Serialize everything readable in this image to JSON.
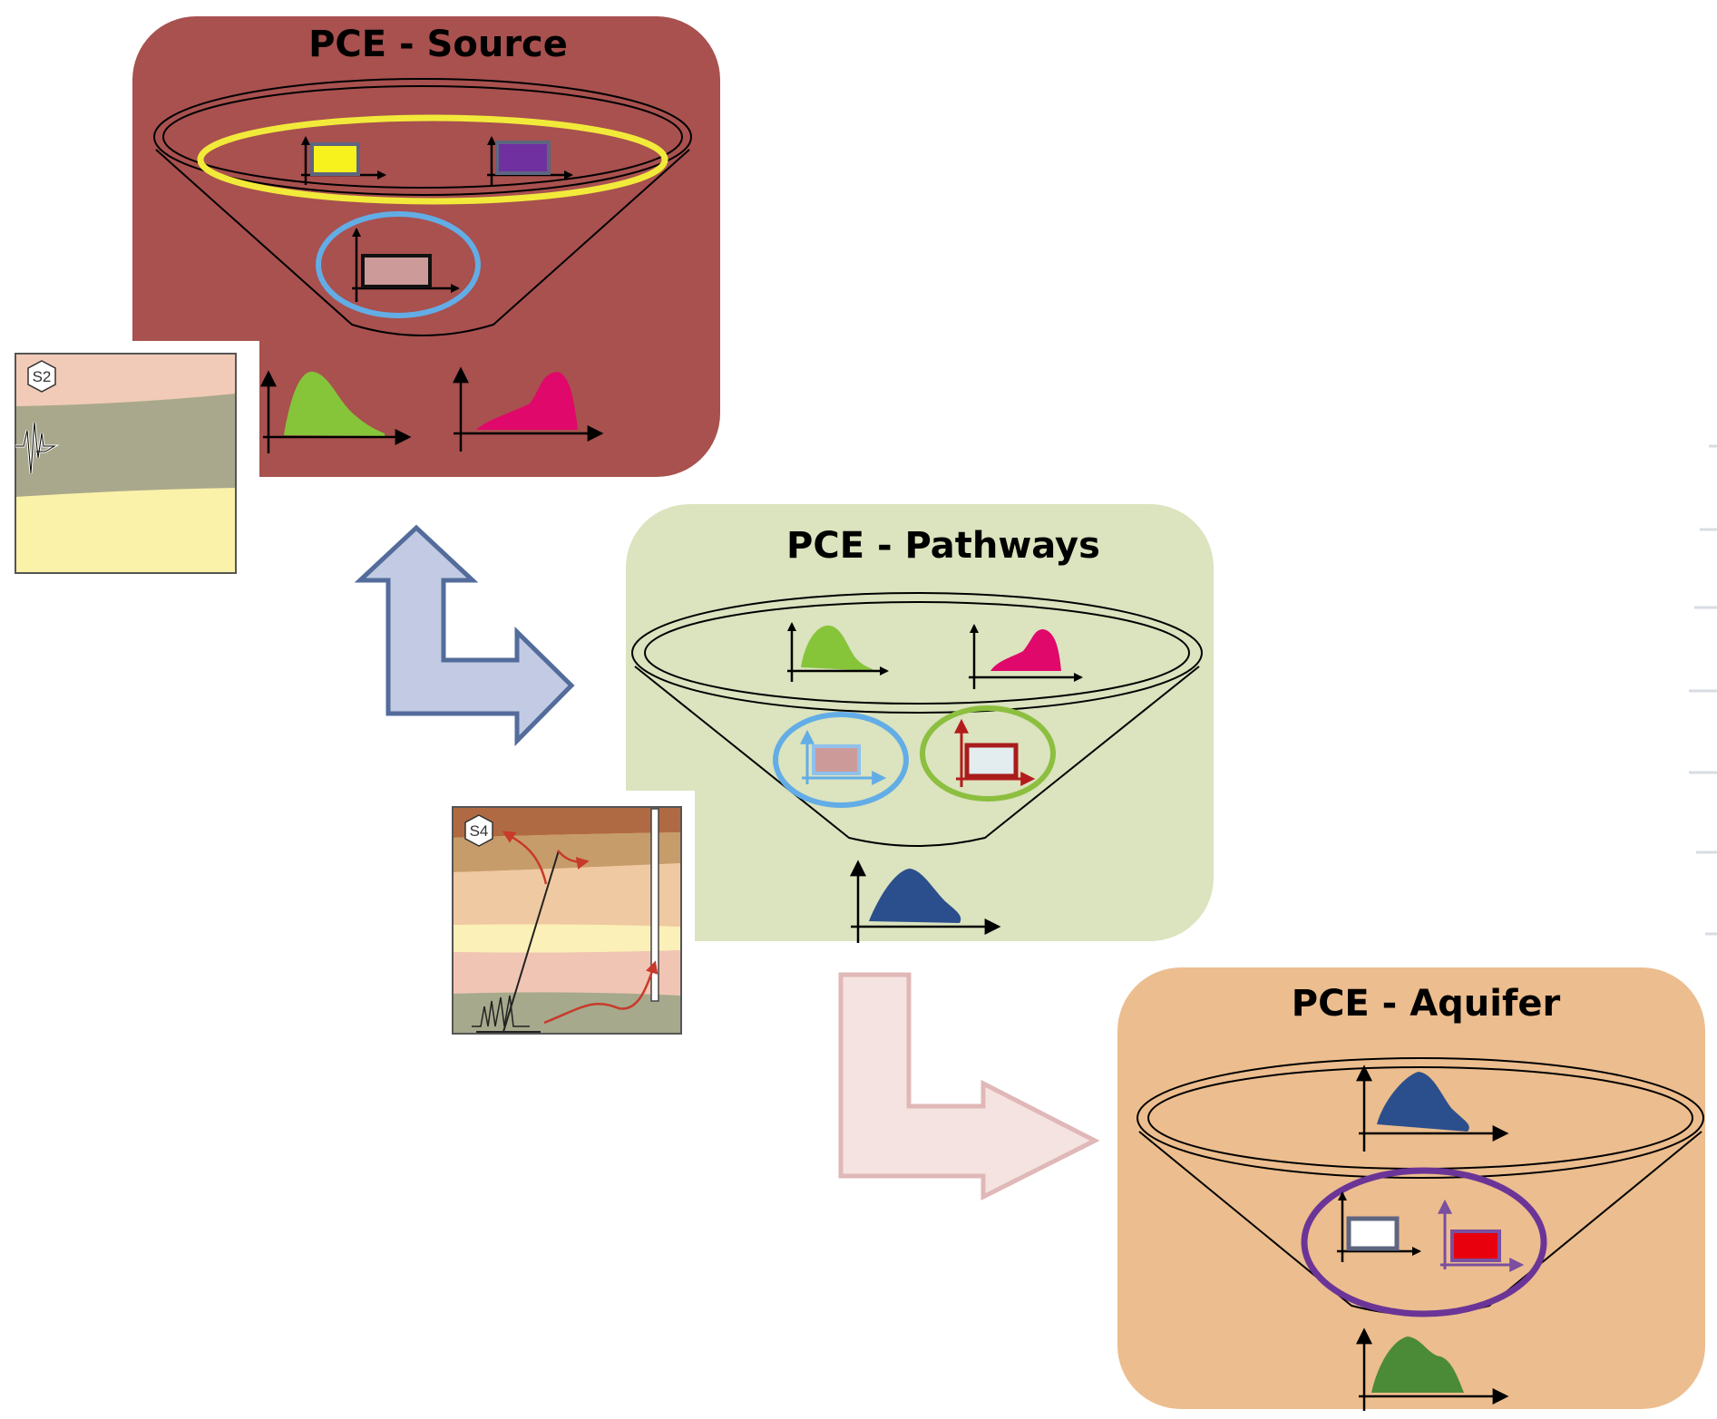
{
  "panels": {
    "source": {
      "title": "PCE - Source",
      "fill": "#a8514f"
    },
    "pathways": {
      "title": "PCE - Pathways",
      "fill": "#dbe3bf"
    },
    "aquifer": {
      "title": "PCE - Aquifer",
      "fill": "#ecbd8e"
    }
  },
  "insets": {
    "s2": {
      "label": "S2"
    },
    "s4": {
      "label": "S4"
    }
  },
  "colors": {
    "yellow_ring": "#f2ea3a",
    "blue_ring": "#63ade6",
    "green_ring": "#8cbf3f",
    "purple_ring": "#6b3597",
    "green_blob": "#86c53a",
    "pink_blob": "#e0086a",
    "navy_blob": "#2b4f8c",
    "darkgreen_blob": "#4b8a37",
    "arrow_blue": "#c2cbe3",
    "arrow_pink": "#f5e3e2"
  }
}
